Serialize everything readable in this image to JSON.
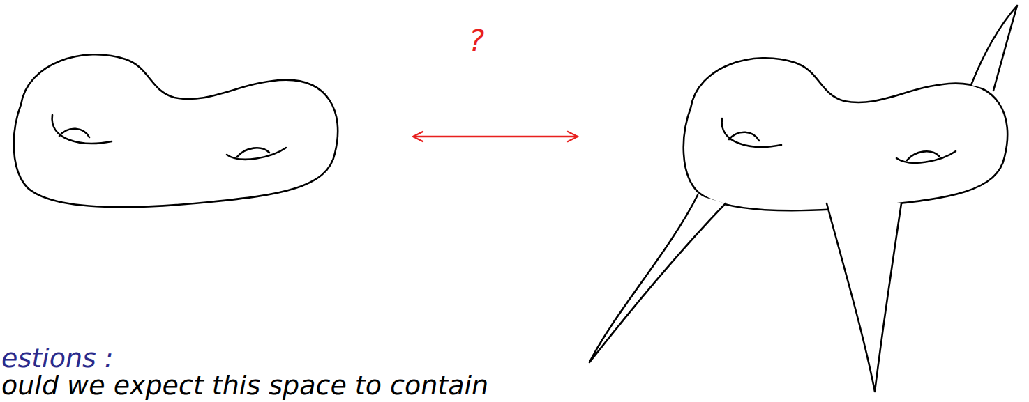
{
  "diagram": {
    "labels": [
      "?",
      "estions :",
      "ould we expect this space to contain"
    ]
  }
}
